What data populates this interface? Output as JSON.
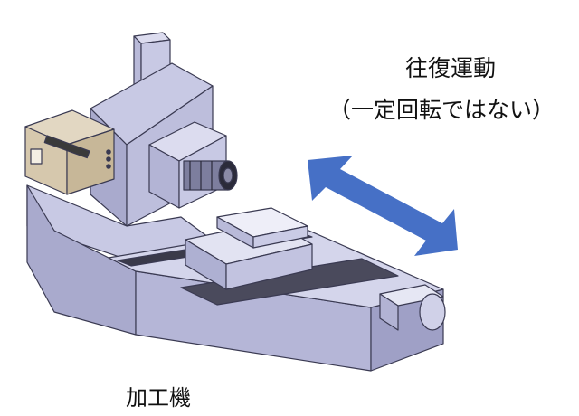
{
  "labels": {
    "motion": "往復運動",
    "motion_note": "（一定回転ではない）",
    "machine": "加工機"
  },
  "colors": {
    "machine_body": "#c8c9e4",
    "machine_shadow": "#a9aacd",
    "machine_outline": "#3a3a52",
    "control_box": "#d6c8ad",
    "arrow": "#4670c6"
  },
  "icons": {
    "motion_arrow": "double-headed-arrow-icon"
  }
}
